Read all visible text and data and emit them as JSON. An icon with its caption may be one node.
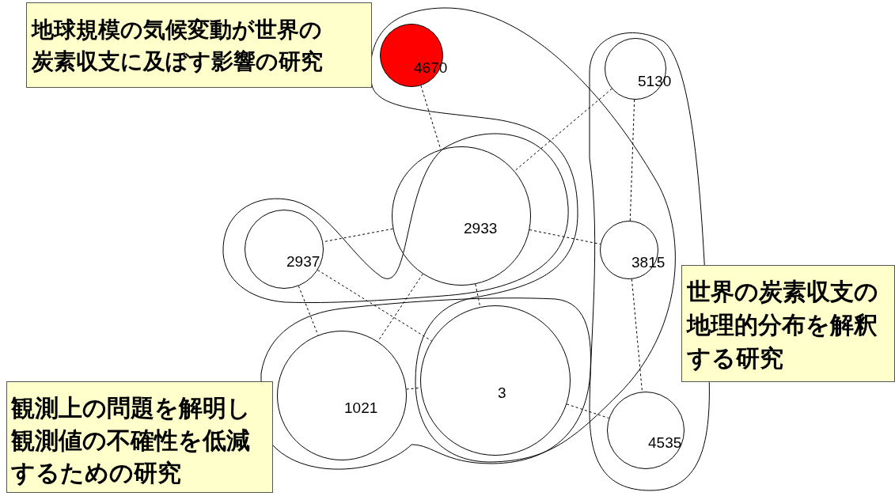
{
  "diagram": {
    "nodes": [
      {
        "text": [
          "地球規模の気候変動が世界の炭素収支に及ぼす影響の研究"
        ]
      },
      {
        "text": [
          "4670"
        ]
      },
      {
        "text": [
          "5130"
        ]
      },
      {
        "text": [
          "2933"
        ]
      },
      {
        "text": [
          "2937"
        ]
      },
      {
        "text": [
          "3815"
        ]
      },
      {
        "text": [
          "世界の炭素収支の地理的分布を解釈する研究"
        ]
      },
      {
        "text": [
          "1021"
        ]
      },
      {
        "text": [
          "3"
        ]
      },
      {
        "text": [
          "4535"
        ]
      },
      {
        "text": [
          "観測上の問題を解明し観測値の不確性を低減するための研究"
        ]
      }
    ],
    "edges": [
      {
        "from": 1,
        "to": 3,
        "arrow": "none",
        "style": "dashed"
      },
      {
        "from": 2,
        "to": 3,
        "arrow": "none",
        "style": "dashed"
      },
      {
        "from": 2,
        "to": 5,
        "arrow": "none",
        "style": "dashed"
      },
      {
        "from": 3,
        "to": 4,
        "arrow": "none",
        "style": "dashed"
      },
      {
        "from": 3,
        "to": 5,
        "arrow": "none",
        "style": "dashed"
      },
      {
        "from": 3,
        "to": 7,
        "arrow": "none",
        "style": "dashed"
      },
      {
        "from": 3,
        "to": 8,
        "arrow": "none",
        "style": "dashed"
      },
      {
        "from": 4,
        "to": 7,
        "arrow": "none",
        "style": "dashed"
      },
      {
        "from": 4,
        "to": 8,
        "arrow": "none",
        "style": "dashed"
      },
      {
        "from": 7,
        "to": 8,
        "arrow": "none",
        "style": "dashed"
      },
      {
        "from": 8,
        "to": 9,
        "arrow": "none",
        "style": "dashed"
      },
      {
        "from": 5,
        "to": 9,
        "arrow": "none",
        "style": "dashed"
      }
    ]
  }
}
